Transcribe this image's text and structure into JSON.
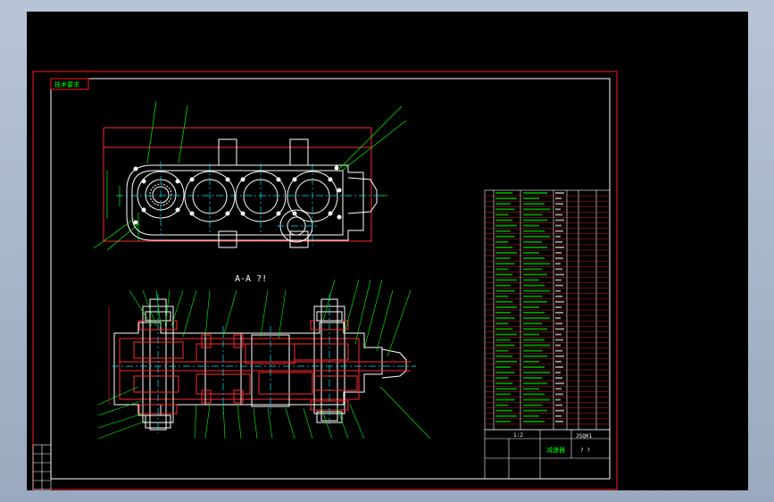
{
  "viewport": {
    "background": "#000000",
    "app_background": "#a8b6c9"
  },
  "colors": {
    "frame": "#ff1c1c",
    "lines": "#ffffff",
    "dims": "#00ff00",
    "section": "#ff2a2a",
    "centerline": "#00e5ff",
    "text": "#ffffff"
  },
  "drawing": {
    "tag_label": "技术要求",
    "section_label": "A-A ?!",
    "title_block": {
      "part_name": "减速器",
      "drawing_code": "JSQ01",
      "scale": "1:2",
      "sheet_mark": "? ?"
    }
  }
}
